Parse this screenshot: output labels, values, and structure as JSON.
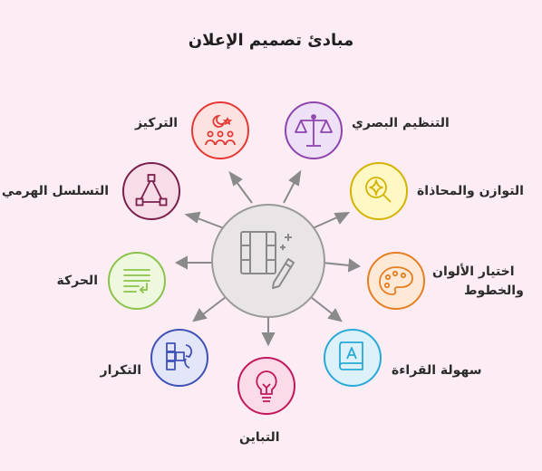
{
  "title": "مبادئ تصميم الإعلان",
  "center": {
    "icon": "film-edit-icon"
  },
  "principles": [
    {
      "id": "focus",
      "label": "التركيز",
      "icon": "crescent-star-people-icon",
      "color": "#e53935",
      "fill": "#fde2e2"
    },
    {
      "id": "visual-org",
      "label": "التنظيم البصري",
      "icon": "balance-scale-icon",
      "color": "#8e44ad",
      "fill": "#ede0f7"
    },
    {
      "id": "hierarchy",
      "label": "التسلسل الهرمي",
      "icon": "triangle-nodes-icon",
      "color": "#7b1f4d",
      "fill": "#f6dde8"
    },
    {
      "id": "balance",
      "label": "التوازن والمحاذاة",
      "icon": "sparkle-magnifier-icon",
      "color": "#d4b400",
      "fill": "#fff7c4"
    },
    {
      "id": "motion",
      "label": "الحركة",
      "icon": "text-lines-return-icon",
      "color": "#8bc34a",
      "fill": "#eef8df"
    },
    {
      "id": "colors",
      "label": "اختيار الألوان والخطوط",
      "line1": "اختيار الألوان",
      "line2": "والخطوط",
      "icon": "palette-icon",
      "color": "#e67e22",
      "fill": "#fde9d6"
    },
    {
      "id": "repetition",
      "label": "التكرار",
      "icon": "stacked-squares-cycle-icon",
      "color": "#3f51b5",
      "fill": "#e3e6f8"
    },
    {
      "id": "readability",
      "label": "سهولة القراءة",
      "icon": "book-letter-icon",
      "color": "#29a9d8",
      "fill": "#dcf1fa"
    },
    {
      "id": "contrast",
      "label": "التباين",
      "icon": "lightbulb-icon",
      "color": "#c2185b",
      "fill": "#fbdbe7"
    }
  ]
}
